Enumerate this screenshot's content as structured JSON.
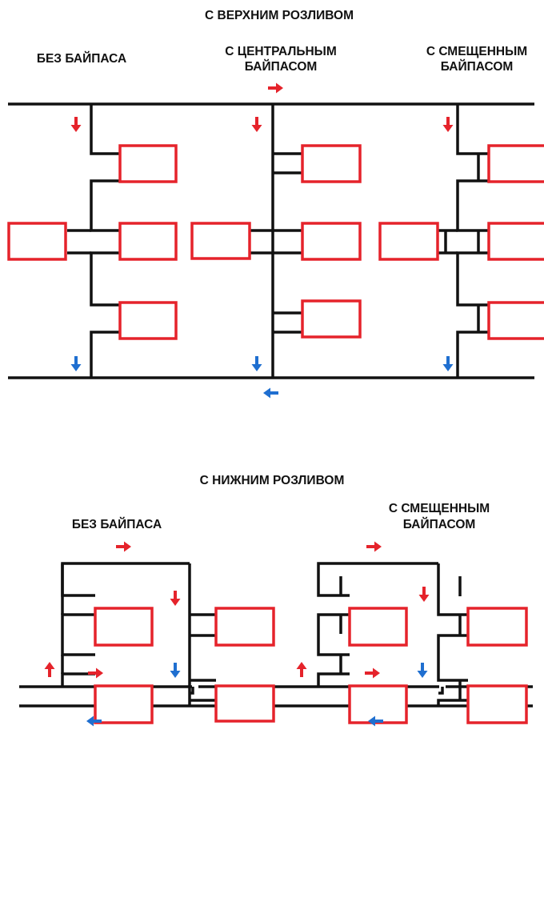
{
  "colors": {
    "pipe": "#111111",
    "radiator": "#e5232b",
    "supply": "#e5232b",
    "return": "#1f6fd0",
    "text": "#111111"
  },
  "top_section": {
    "title": "С ВЕРХНИМ РОЗЛИВОМ",
    "col1_label": "БЕЗ БАЙПАСА",
    "col2_label_line1": "С ЦЕНТРАЛЬНЫМ",
    "col2_label_line2": "БАЙПАСОМ",
    "col3_label_line1": "С СМЕЩЕННЫМ",
    "col3_label_line2": "БАЙПАСОМ"
  },
  "bottom_section": {
    "title": "С НИЖНИМ РОЗЛИВОМ",
    "col1_label": "БЕЗ БАЙПАСА",
    "col2_label_line1": "С СМЕЩЕННЫМ",
    "col2_label_line2": "БАЙПАСОМ"
  }
}
